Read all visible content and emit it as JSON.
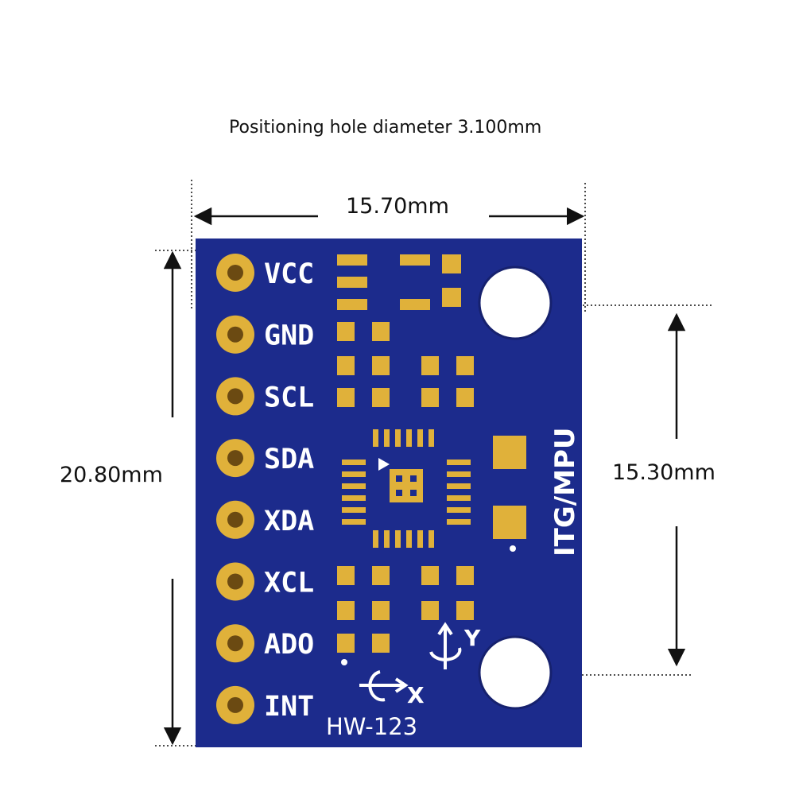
{
  "caption": "Positioning hole diameter 3.100mm",
  "dimensions": {
    "width": "15.70mm",
    "height": "20.80mm",
    "hole_spacing": "15.30mm"
  },
  "board": {
    "pins": [
      "VCC",
      "GND",
      "SCL",
      "SDA",
      "XDA",
      "XCL",
      "ADO",
      "INT"
    ],
    "chip_label": "ITG/MPU",
    "model": "HW-123",
    "axis_x": "X",
    "axis_y": "Y"
  },
  "colors": {
    "pcb": "#1c2b8c",
    "pad": "#e0b13a",
    "silk": "#ffffff"
  }
}
